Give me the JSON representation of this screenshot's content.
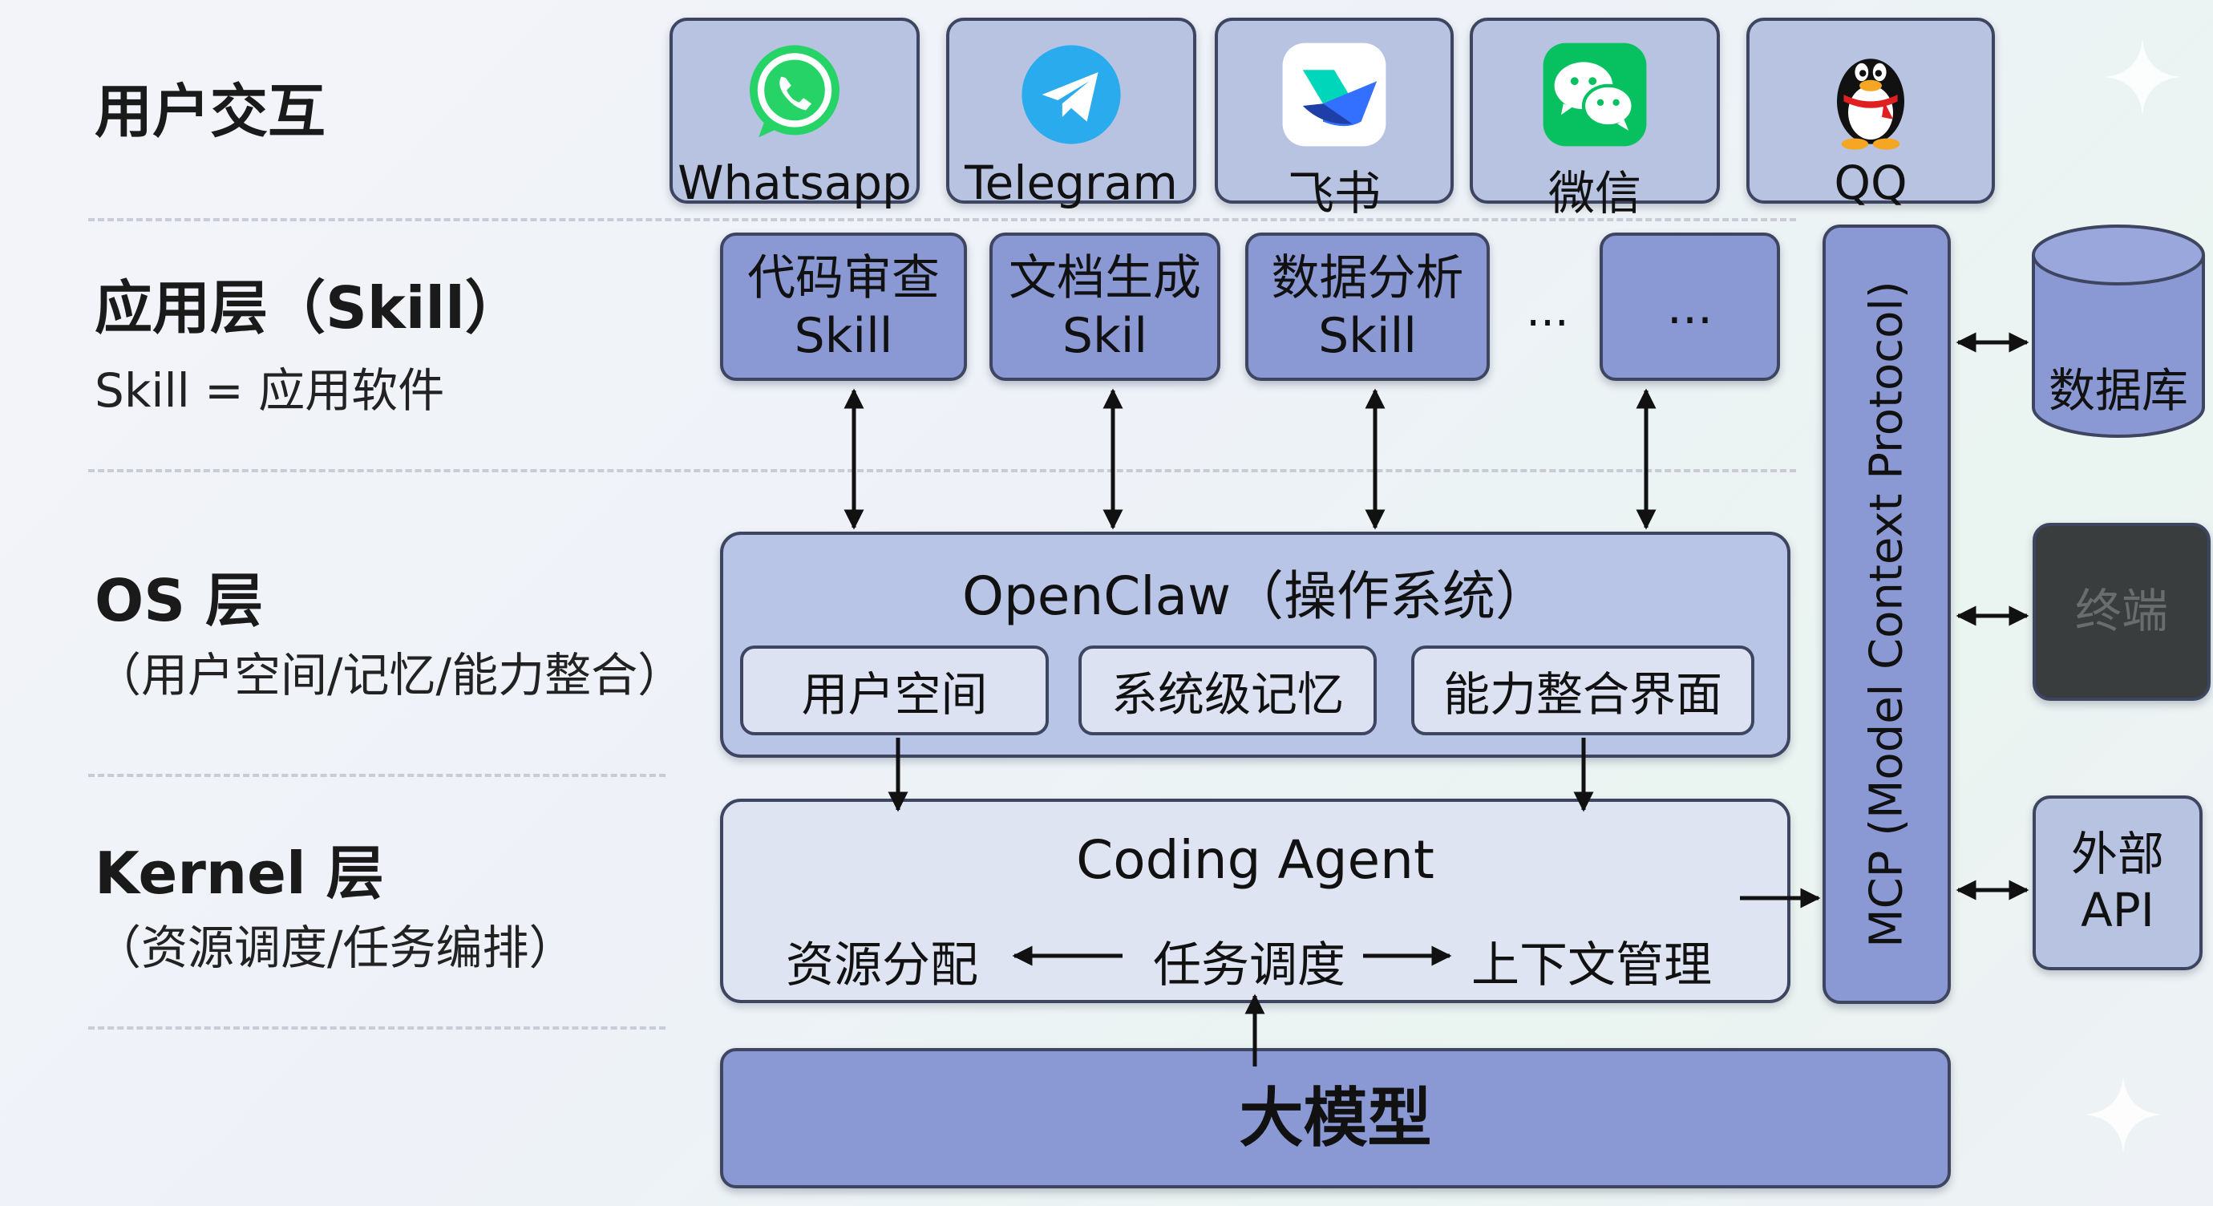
{
  "layers": {
    "user": {
      "title": "用户交互"
    },
    "app": {
      "title": "应用层（Skill）",
      "subtitle": "Skill = 应用软件"
    },
    "os": {
      "title": "OS 层",
      "subtitle": "（用户空间/记忆/能力整合）"
    },
    "kernel": {
      "title": "Kernel 层",
      "subtitle": "（资源调度/任务编排）"
    }
  },
  "apps": [
    {
      "label": "Whatsapp",
      "icon": "whatsapp-icon",
      "color": "#25D366"
    },
    {
      "label": "Telegram",
      "icon": "telegram-icon",
      "color": "#2AABEE"
    },
    {
      "label": "飞书",
      "icon": "feishu-icon",
      "color": "#3370FF"
    },
    {
      "label": "微信",
      "icon": "wechat-icon",
      "color": "#07C160"
    },
    {
      "label": "QQ",
      "icon": "qq-penguin-icon",
      "color": "#111111"
    }
  ],
  "skills": [
    {
      "line1": "代码审查",
      "line2": "Skill"
    },
    {
      "line1": "文档生成",
      "line2": "Skil"
    },
    {
      "line1": "数据分析",
      "line2": "Skill"
    }
  ],
  "skills_ellipsis": "...",
  "skill_more": "...",
  "os": {
    "title": "OpenClaw（操作系统）",
    "modules": [
      "用户空间",
      "系统级记忆",
      "能力整合界面"
    ]
  },
  "kernel": {
    "title": "Coding Agent",
    "left": "资源分配",
    "center": "任务调度",
    "right": "上下文管理"
  },
  "model": {
    "label": "大模型"
  },
  "mcp": {
    "label": "MCP (Model Context Protocol)"
  },
  "external": {
    "database": "数据库",
    "terminal": "终端",
    "api_line1": "外部",
    "api_line2": "API"
  },
  "colors": {
    "skill_fill": "#8a99d4",
    "app_fill": "#b8c3e2",
    "os_fill": "#b9c5e6",
    "kernel_fill": "#dfe4f3",
    "terminal_fill": "#3a3d3d",
    "outline": "#3d4560"
  }
}
